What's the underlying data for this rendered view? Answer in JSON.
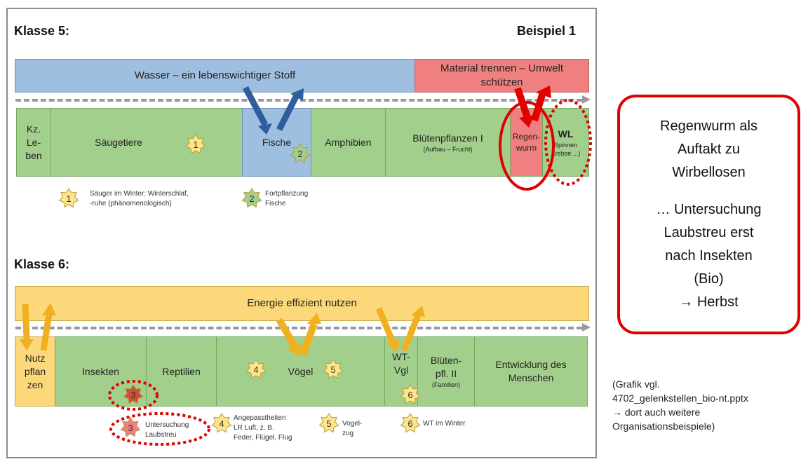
{
  "klasse5": {
    "heading": "Klasse 5:",
    "example": "Beispiel 1",
    "topic_blue": "Wasser – ein lebenswichtiger Stoff",
    "topic_red_1": "Material trennen – Umwelt",
    "topic_red_2": "schützen",
    "units": [
      {
        "lines": [
          "Kz.",
          "Le-",
          "ben"
        ]
      },
      {
        "lines": [
          "Säugetiere"
        ]
      },
      {
        "lines": [
          "Fische"
        ]
      },
      {
        "lines": [
          "Amphibien"
        ]
      },
      {
        "lines": [
          "Blütenpflanzen I"
        ],
        "sub": "(Aufbau – Frucht)"
      },
      {
        "lines": [
          "Regen-",
          "wurm"
        ]
      },
      {
        "lines": [
          "WL"
        ],
        "sub1": "Spinnen",
        "sub2": "Krebse ...)"
      }
    ],
    "legend": [
      {
        "num": "1",
        "lines": [
          "Säuger im Winter: Winterschlaf,",
          "-ruhe (phänomenologisch)"
        ]
      },
      {
        "num": "2",
        "lines": [
          "Fortpflanzung",
          "Fische"
        ]
      }
    ],
    "badges": {
      "b1": "1",
      "b2": "2"
    }
  },
  "klasse6": {
    "heading": "Klasse 6:",
    "topic_yellow": "Energie effizient nutzen",
    "units": [
      {
        "lines": [
          "Nutz",
          "pflan",
          "zen"
        ]
      },
      {
        "lines": [
          "Insekten"
        ]
      },
      {
        "lines": [
          "Reptilien"
        ]
      },
      {
        "lines": [
          "Vögel"
        ]
      },
      {
        "lines": [
          "WT-",
          "Vgl"
        ]
      },
      {
        "lines": [
          "Blüten-",
          "pfl. II"
        ],
        "sub": "(Familien)"
      },
      {
        "lines": [
          "Entwicklung des",
          "Menschen"
        ]
      }
    ],
    "legend": [
      {
        "num": "3",
        "lines": [
          "Untersuchung",
          "Laubstreu"
        ]
      },
      {
        "num": "4",
        "lines": [
          "Angepasstheiten",
          "LR Luft, z. B.",
          "Feder, Flügel, Flug"
        ]
      },
      {
        "num": "5",
        "lines": [
          "Vogel-",
          "zug"
        ]
      },
      {
        "num": "6",
        "lines": [
          "WT im Winter"
        ]
      }
    ],
    "badges": {
      "b3": "3",
      "b4": "4",
      "b5": "5",
      "b6": "6"
    }
  },
  "sidebox": {
    "lines": [
      "Regenwurm als",
      "Auftakt zu",
      "Wirbellosen",
      "",
      "… Untersuchung",
      "Laubstreu erst",
      "nach Insekten",
      "(Bio)",
      "→ Herbst"
    ]
  },
  "note": {
    "lines": [
      "(Grafik vgl.",
      "4702_gelenkstellen_bio-nt.pptx",
      "→ dort auch weitere",
      "Organisationsbeispiele)"
    ]
  },
  "colors": {
    "blue": "#9ebfe0",
    "red": "#f08080",
    "yellow": "#fdd87a",
    "green": "#a3cf8c",
    "highlight": "#e00000"
  }
}
